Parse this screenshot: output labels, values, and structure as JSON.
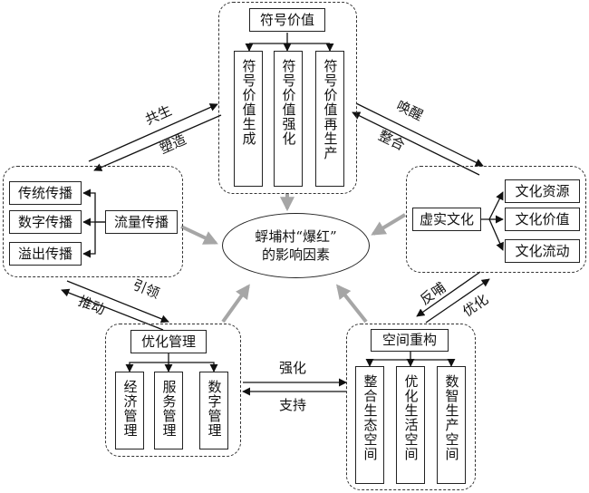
{
  "center": {
    "line1": "蜉埔村“爆红”",
    "line2": "的影响因素"
  },
  "symbol_value": {
    "title": "符号价值",
    "items": [
      "符号价值生成",
      "符号价值强化",
      "符号价值再生产"
    ]
  },
  "traffic": {
    "title": "流量传播",
    "items": [
      "传统传播",
      "数字传播",
      "溢出传播"
    ]
  },
  "culture": {
    "title": "虚实文化",
    "items": [
      "文化资源",
      "文化价值",
      "文化流动"
    ]
  },
  "management": {
    "title": "优化管理",
    "items": [
      "经济管理",
      "服务管理",
      "数字管理"
    ]
  },
  "space": {
    "title": "空间重构",
    "items": [
      "整合生态空间",
      "优化生活空间",
      "数智生产空间"
    ]
  },
  "relations": {
    "symbol_traffic_up": "共生",
    "symbol_traffic_down": "塑造",
    "symbol_culture_up": "唤醒",
    "symbol_culture_down": "整合",
    "traffic_mgmt_up": "引领",
    "traffic_mgmt_down": "推动",
    "culture_space_up": "反哺",
    "culture_space_down": "优化",
    "mgmt_space_top": "强化",
    "mgmt_space_bottom": "支持"
  }
}
